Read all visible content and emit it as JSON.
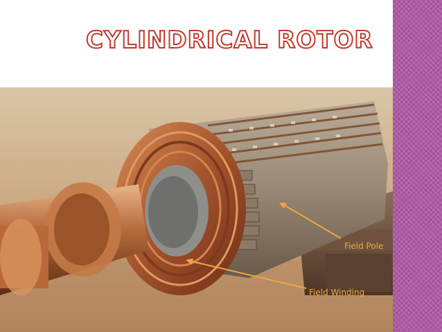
{
  "slide": {
    "title": "CYLINDRICAL ROTOR",
    "accent_color": "#c0392b",
    "side_bar_color": "#b05aa6"
  },
  "figure": {
    "description_icon": "rotor-photo",
    "labels": {
      "field_pole": "Field Pole",
      "field_winding": "Field Winding"
    },
    "arrow_color": "#f2a63c"
  }
}
